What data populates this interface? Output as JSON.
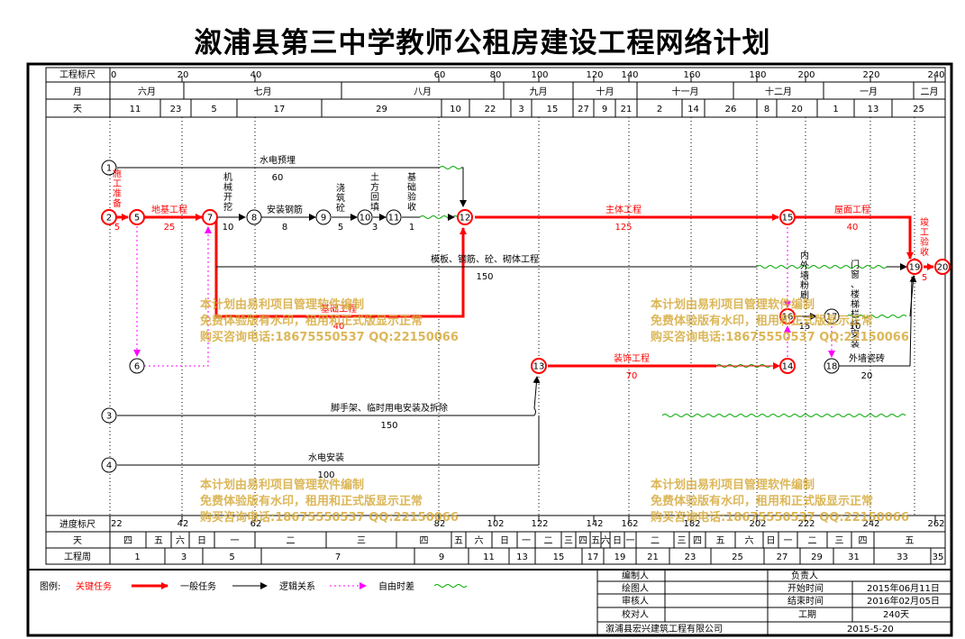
{
  "title": "溆浦县第三中学教师公租房建设工程网络计划",
  "header": {
    "scale_label": "工程标尺",
    "month_label": "月",
    "day_label": "天",
    "scale_ticks": [
      "0",
      "20",
      "40",
      "60",
      "80",
      "100",
      "120",
      "140",
      "160",
      "180",
      "200",
      "220",
      "240"
    ],
    "months": [
      "六月",
      "七月",
      "八月",
      "九月",
      "十月",
      "十一月",
      "十二月",
      "一月",
      "二月"
    ],
    "days": [
      "11",
      "23",
      "5",
      "17",
      "29",
      "10",
      "22",
      "3",
      "15",
      "27",
      "9",
      "21",
      "2",
      "14",
      "26",
      "8",
      "20",
      "1",
      "13",
      "25"
    ]
  },
  "footer_axis": {
    "progress_label": "进度标尺",
    "day_label": "天",
    "week_label": "工程周",
    "progress_ticks": [
      "22",
      "42",
      "62",
      "82",
      "102",
      "122",
      "142",
      "162",
      "182",
      "202",
      "222",
      "242",
      "262"
    ],
    "weekdays": [
      "四",
      "五",
      "六",
      "日",
      "一",
      "二",
      "三",
      "四",
      "五",
      "六",
      "日",
      "一",
      "二",
      "三",
      "四",
      "五",
      "六",
      "日",
      "一",
      "二",
      "三",
      "四",
      "五",
      "六",
      "日",
      "一",
      "二",
      "三",
      "四",
      "五"
    ],
    "weeks": [
      "1",
      "3",
      "5",
      "7",
      "9",
      "11",
      "13",
      "15",
      "17",
      "19",
      "21",
      "23",
      "25",
      "27",
      "29",
      "31",
      "33",
      "35"
    ]
  },
  "nodes": [
    "1",
    "2",
    "3",
    "4",
    "5",
    "6",
    "7",
    "8",
    "9",
    "10",
    "11",
    "12",
    "13",
    "14",
    "15",
    "16",
    "17",
    "18",
    "19",
    "20"
  ],
  "tasks": {
    "t_sdyumai": {
      "name": "水电预埋",
      "dur": "60"
    },
    "t_sgzb": {
      "name": "施工准备",
      "dur": "5"
    },
    "t_djgc": {
      "name": "地基工程",
      "dur": "25"
    },
    "t_jxkw": {
      "name": "机械开挖",
      "dur": "10"
    },
    "t_azgj": {
      "name": "安装钢筋",
      "dur": "8"
    },
    "t_jzt": {
      "name": "浇筑砼",
      "dur": "5"
    },
    "t_tfht": {
      "name": "土方回填",
      "dur": "3"
    },
    "t_jcys": {
      "name": "基础验收",
      "dur": "1"
    },
    "t_ztgc": {
      "name": "主体工程",
      "dur": "125"
    },
    "t_wmgc": {
      "name": "屋面工程",
      "dur": "40"
    },
    "t_jgys": {
      "name": "竣工验收",
      "dur": "5"
    },
    "t_mb": {
      "name": "模板、钢筋、砼、砌体工程",
      "dur": "150"
    },
    "t_jcgc": {
      "name": "基础工程",
      "dur": "40"
    },
    "t_nwqfs": {
      "name": "内外墙粉刷",
      "dur": "15"
    },
    "t_mclt": {
      "name": "门窗、楼梯栏杆安装",
      "dur": "10"
    },
    "t_zsgc": {
      "name": "装饰工程",
      "dur": "70"
    },
    "t_wqcz": {
      "name": "外墙瓷砖",
      "dur": "20"
    },
    "t_jsj": {
      "name": "脚手架、临时用电安装及拆除",
      "dur": "150"
    },
    "t_sdaz": {
      "name": "水电安装",
      "dur": "100"
    }
  },
  "watermark": {
    "line1": "本计划由易利项目管理软件编制",
    "line2": "免费体验版有水印，租用和正式版显示正常",
    "line3": "购买咨询电话:18675550537 QQ:22150066"
  },
  "legend": {
    "label": "图例:",
    "critical": "关键任务",
    "general": "一般任务",
    "logic": "逻辑关系",
    "float": "自由时差"
  },
  "info": {
    "editor_label": "编制人",
    "drawer_label": "绘图人",
    "reviewer_label": "审核人",
    "checker_label": "校对人",
    "company": "溆浦县宏兴建筑工程有限公司",
    "manager_label": "负责人",
    "start_label": "开始时间",
    "start_value": "2015年06月11日",
    "end_label": "结束时间",
    "end_value": "2016年02月05日",
    "duration_label": "工期",
    "duration_value": "240天",
    "date": "2015-5-20"
  },
  "colors": {
    "critical": "#ff0000",
    "general": "#000000",
    "float_line": "#00aa00",
    "logic_dotted": "#ff00ff"
  }
}
